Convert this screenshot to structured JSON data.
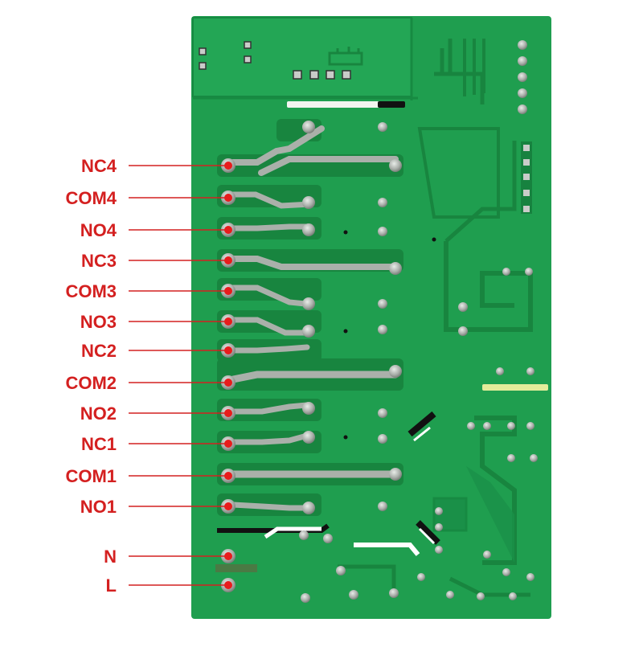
{
  "terminals": [
    {
      "label": "NC4"
    },
    {
      "label": "COM4"
    },
    {
      "label": "NO4"
    },
    {
      "label": "NC3"
    },
    {
      "label": "COM3"
    },
    {
      "label": "NO3"
    },
    {
      "label": "NC2"
    },
    {
      "label": "COM2"
    },
    {
      "label": "NO2"
    },
    {
      "label": "NC1"
    },
    {
      "label": "COM1"
    },
    {
      "label": "NO1"
    },
    {
      "label": "N"
    },
    {
      "label": "L"
    }
  ],
  "colors": {
    "board": "#1f9e4f",
    "copper": "#17823f",
    "solder": "#b4b9b4",
    "label": "#d42020",
    "marker": "#e81c1c"
  }
}
